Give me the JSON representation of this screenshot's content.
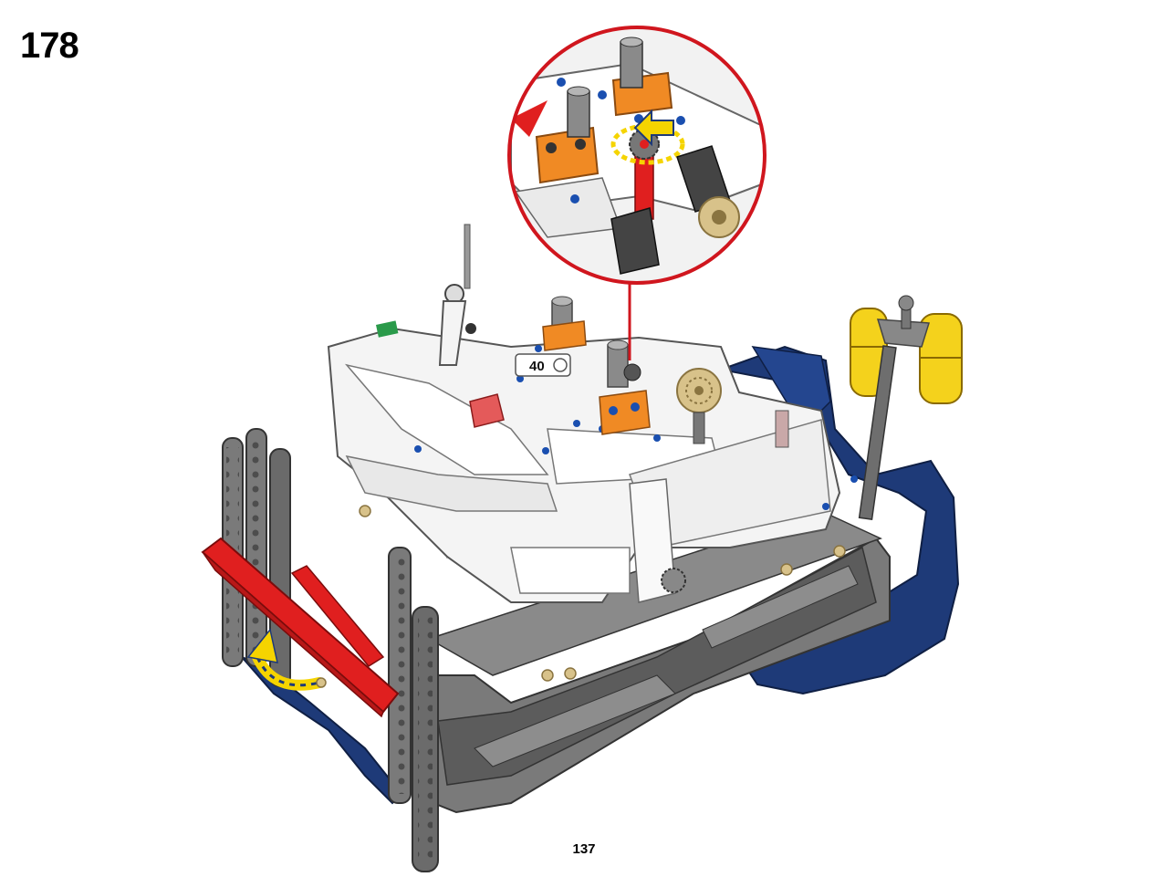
{
  "page": {
    "step_number": "178",
    "page_number": "137"
  },
  "model": {
    "part_label": "40",
    "colors": {
      "frame_gray": "#6b6b6b",
      "frame_dark": "#4a4a4a",
      "white_body": "#f4f4f4",
      "hull_blue": "#1e3a78",
      "bumper_red": "#e01f1f",
      "accent_orange": "#f08a24",
      "gear_tan": "#d8c28a",
      "float_yellow": "#f4d21c",
      "arrow_yellow": "#f5d400",
      "callout_red": "#d0161e",
      "pin_blue": "#1a4fb0"
    },
    "icons": [
      "rotation-arrow-icon",
      "insert-arrow-icon"
    ]
  }
}
